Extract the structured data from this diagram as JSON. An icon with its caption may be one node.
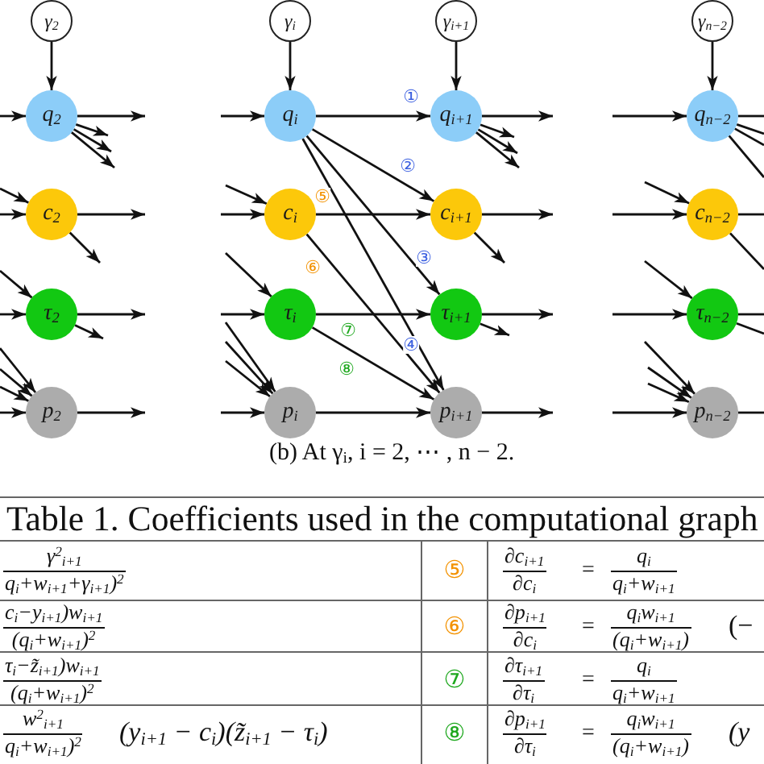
{
  "diagram": {
    "caption": "(b) At γ$_{i}$, i = 2, ⋯ , n − 2.",
    "nodes": [
      {
        "text": [
          "γ$_{2}$"
        ]
      },
      {
        "text": [
          "q$_{2}$"
        ]
      },
      {
        "text": [
          "c$_{2}$"
        ]
      },
      {
        "text": [
          "τ$_{2}$"
        ]
      },
      {
        "text": [
          "p$_{2}$"
        ]
      },
      {
        "text": [
          "γ$_{i}$"
        ]
      },
      {
        "text": [
          "q$_{i}$"
        ]
      },
      {
        "text": [
          "c$_{i}$"
        ]
      },
      {
        "text": [
          "τ$_{i}$"
        ]
      },
      {
        "text": [
          "p$_{i}$"
        ]
      },
      {
        "text": [
          "γ$_{i+1}$"
        ]
      },
      {
        "text": [
          "q$_{i+1}$"
        ]
      },
      {
        "text": [
          "c$_{i+1}$"
        ]
      },
      {
        "text": [
          "τ$_{i+1}$"
        ]
      },
      {
        "text": [
          "p$_{i+1}$"
        ]
      },
      {
        "text": [
          "γ$_{n−2}$"
        ]
      },
      {
        "text": [
          "q$_{n−2}$"
        ]
      },
      {
        "text": [
          "c$_{n−2}$"
        ]
      },
      {
        "text": [
          "τ$_{n−2}$"
        ]
      },
      {
        "text": [
          "p$_{n−2}$"
        ]
      }
    ],
    "edges": [
      {
        "from": 0,
        "to": 1,
        "arrow": "to"
      },
      {
        "from": null,
        "to": 1,
        "arrow": "to"
      },
      {
        "from": null,
        "to": 2,
        "arrow": "to"
      },
      {
        "from": null,
        "to": 2,
        "arrow": "to"
      },
      {
        "from": null,
        "to": 3,
        "arrow": "to"
      },
      {
        "from": null,
        "to": 3,
        "arrow": "to"
      },
      {
        "from": null,
        "to": 4,
        "arrow": "to"
      },
      {
        "from": null,
        "to": 4,
        "arrow": "to"
      },
      {
        "from": null,
        "to": 4,
        "arrow": "to"
      },
      {
        "from": null,
        "to": 4,
        "arrow": "to"
      },
      {
        "from": 1,
        "to": null,
        "arrow": "to"
      },
      {
        "from": 1,
        "to": null,
        "arrow": "to"
      },
      {
        "from": 1,
        "to": null,
        "arrow": "to"
      },
      {
        "from": 1,
        "to": null,
        "arrow": "to"
      },
      {
        "from": 2,
        "to": null,
        "arrow": "to"
      },
      {
        "from": 2,
        "to": null,
        "arrow": "to"
      },
      {
        "from": 3,
        "to": null,
        "arrow": "to"
      },
      {
        "from": 3,
        "to": null,
        "arrow": "to"
      },
      {
        "from": 4,
        "to": null,
        "arrow": "to"
      },
      {
        "from": 5,
        "to": 6,
        "arrow": "to"
      },
      {
        "from": null,
        "to": 6,
        "arrow": "to"
      },
      {
        "from": null,
        "to": 7,
        "arrow": "to"
      },
      {
        "from": null,
        "to": 7,
        "arrow": "to"
      },
      {
        "from": null,
        "to": 8,
        "arrow": "to"
      },
      {
        "from": null,
        "to": 8,
        "arrow": "to"
      },
      {
        "from": null,
        "to": 9,
        "arrow": "to"
      },
      {
        "from": null,
        "to": 9,
        "arrow": "to"
      },
      {
        "from": null,
        "to": 9,
        "arrow": "to"
      },
      {
        "from": null,
        "to": 9,
        "arrow": "to"
      },
      {
        "from": 6,
        "to": 11,
        "arrow": "to",
        "label": "①"
      },
      {
        "from": 6,
        "to": 12,
        "arrow": "to",
        "label": "②"
      },
      {
        "from": 6,
        "to": 13,
        "arrow": "to",
        "label": "③"
      },
      {
        "from": 6,
        "to": 14,
        "arrow": "to",
        "label": "④"
      },
      {
        "from": 7,
        "to": 12,
        "arrow": "to",
        "label": "⑤"
      },
      {
        "from": 7,
        "to": 14,
        "arrow": "to",
        "label": "⑥"
      },
      {
        "from": 8,
        "to": 13,
        "arrow": "to",
        "label": "⑦"
      },
      {
        "from": 8,
        "to": 14,
        "arrow": "to",
        "label": "⑧"
      },
      {
        "from": 9,
        "to": 14,
        "arrow": "to"
      },
      {
        "from": 10,
        "to": 11,
        "arrow": "to"
      },
      {
        "from": 11,
        "to": null,
        "arrow": "to"
      },
      {
        "from": 11,
        "to": null,
        "arrow": "to"
      },
      {
        "from": 11,
        "to": null,
        "arrow": "to"
      },
      {
        "from": 11,
        "to": null,
        "arrow": "to"
      },
      {
        "from": 12,
        "to": null,
        "arrow": "to"
      },
      {
        "from": 12,
        "to": null,
        "arrow": "to"
      },
      {
        "from": 13,
        "to": null,
        "arrow": "to"
      },
      {
        "from": 13,
        "to": null,
        "arrow": "to"
      },
      {
        "from": 14,
        "to": null,
        "arrow": "to"
      },
      {
        "from": 15,
        "to": 16,
        "arrow": "to"
      },
      {
        "from": null,
        "to": 16,
        "arrow": "to"
      },
      {
        "from": null,
        "to": 17,
        "arrow": "to"
      },
      {
        "from": null,
        "to": 17,
        "arrow": "to"
      },
      {
        "from": null,
        "to": 18,
        "arrow": "to"
      },
      {
        "from": null,
        "to": 18,
        "arrow": "to"
      },
      {
        "from": null,
        "to": 19,
        "arrow": "to"
      },
      {
        "from": null,
        "to": 19,
        "arrow": "to"
      },
      {
        "from": null,
        "to": 19,
        "arrow": "to"
      },
      {
        "from": null,
        "to": 19,
        "arrow": "to"
      },
      {
        "from": 16,
        "to": null,
        "arrow": "none"
      },
      {
        "from": 16,
        "to": null,
        "arrow": "none"
      },
      {
        "from": 16,
        "to": null,
        "arrow": "none"
      },
      {
        "from": 16,
        "to": null,
        "arrow": "none"
      },
      {
        "from": 17,
        "to": null,
        "arrow": "none"
      },
      {
        "from": 17,
        "to": null,
        "arrow": "none"
      },
      {
        "from": 18,
        "to": null,
        "arrow": "none"
      },
      {
        "from": 18,
        "to": null,
        "arrow": "none"
      },
      {
        "from": 19,
        "to": null,
        "arrow": "none"
      }
    ],
    "labels": [
      "Table 1. Coefficients used in the computational graph",
      "γ$^{2}$$_{i+1}$",
      "q$_{i}$+w$_{i+1}$+γ$_{i+1}$)$^{2}$",
      "⑤",
      "∂c$_{i+1}$",
      "∂c$_{i}$",
      "=",
      "q$_{i}$",
      "q$_{i}$+w$_{i+1}$",
      "c$_{i}$−y$_{i+1}$)w$_{i+1}$",
      "(q$_{i}$+w$_{i+1}$)$^{2}$",
      "⑥",
      "∂p$_{i+1}$",
      "∂c$_{i}$",
      "=",
      "q$_{i}$w$_{i+1}$",
      "(q$_{i}$+w$_{i+1}$)",
      "(−",
      "τ$_{i}$−z̃$_{i+1}$)w$_{i+1}$",
      "(q$_{i}$+w$_{i+1}$)$^{2}$",
      "⑦",
      "∂τ$_{i+1}$",
      "∂τ$_{i}$",
      "=",
      "q$_{i}$",
      "q$_{i}$+w$_{i+1}$",
      "w$^{2}$$_{i+1}$",
      "q$_{i}$+w$_{i+1}$)$^{2}$",
      "(y$_{i+1}$ − c$_{i}$)(z̃$_{i+1}$ − τ$_{i}$)",
      "⑧",
      "∂p$_{i+1}$",
      "∂τ$_{i}$",
      "=",
      "q$_{i}$w$_{i+1}$",
      "(q$_{i}$+w$_{i+1}$)",
      "(y"
    ]
  }
}
